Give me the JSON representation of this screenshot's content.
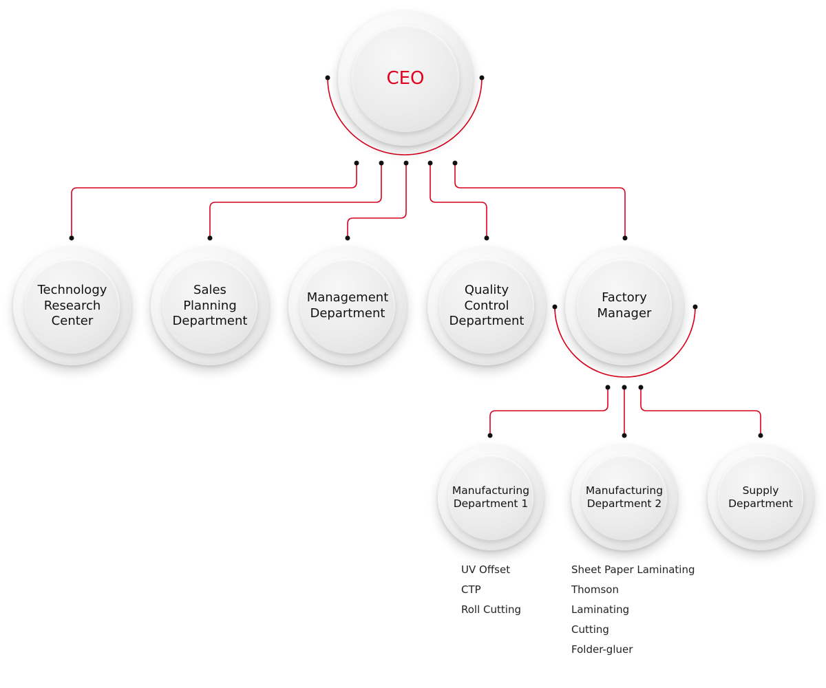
{
  "colors": {
    "connector": "#d9001b",
    "ceo_text": "#e1001e",
    "dot": "#111111"
  },
  "ceo": {
    "label": "CEO"
  },
  "departments": [
    {
      "id": "technology-research-center",
      "label": "Technology\nResearch\nCenter"
    },
    {
      "id": "sales-planning-department",
      "label": "Sales\nPlanning\nDepartment"
    },
    {
      "id": "management-department",
      "label": "Management\nDepartment"
    },
    {
      "id": "quality-control-department",
      "label": "Quality\nControl\nDepartment"
    },
    {
      "id": "factory-manager",
      "label": "Factory\nManager"
    }
  ],
  "factory_units": [
    {
      "id": "manufacturing-department-1",
      "label": "Manufacturing\nDepartment 1",
      "items": [
        "UV Offset",
        "CTP",
        "Roll Cutting"
      ]
    },
    {
      "id": "manufacturing-department-2",
      "label": "Manufacturing\nDepartment 2",
      "items": [
        "Sheet Paper Laminating",
        "Thomson",
        "Laminating",
        "Cutting",
        "Folder-gluer"
      ]
    },
    {
      "id": "supply-department",
      "label": "Supply\nDepartment",
      "items": []
    }
  ]
}
